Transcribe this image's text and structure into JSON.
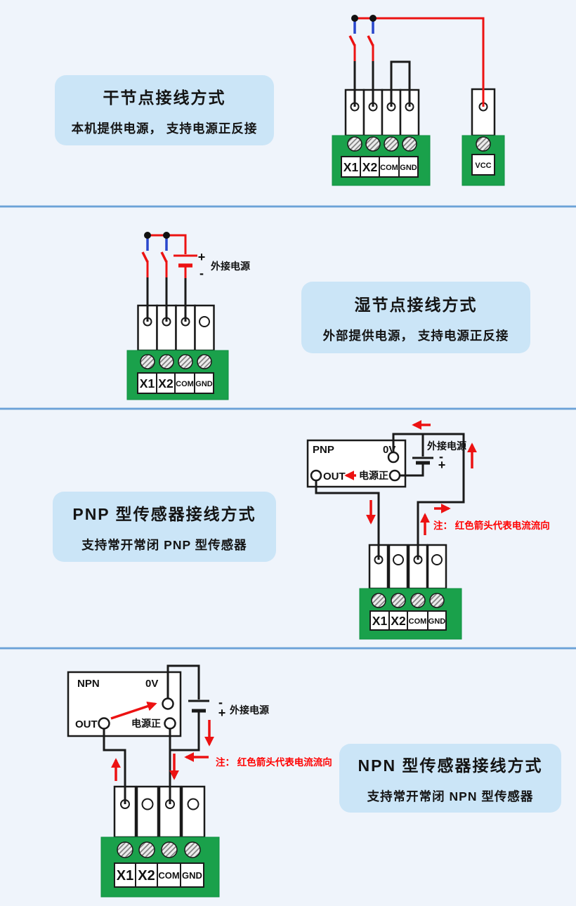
{
  "palette": {
    "background": "#eff4fb",
    "card_bg": "#cbe5f7",
    "divider": "#6ba2d8",
    "terminal_green": "#1aa14b",
    "wire_black": "#1a1a1a",
    "wire_red": "#ec1212",
    "wire_blue": "#2946cc",
    "note_red": "#ff0000"
  },
  "sections": {
    "dry": {
      "title": "干节点接线方式",
      "subtitle": "本机提供电源， 支持电源正反接",
      "terminals": [
        "X1",
        "X2",
        "COM",
        "GND"
      ],
      "vcc_label": "VCC"
    },
    "wet": {
      "title": "湿节点接线方式",
      "subtitle": "外部提供电源， 支持电源正反接",
      "power_label": "外接电源",
      "plus": "+",
      "minus": "-",
      "terminals": [
        "X1",
        "X2",
        "COM",
        "GND"
      ]
    },
    "pnp": {
      "title": "PNP 型传感器接线方式",
      "subtitle": "支持常开常闭 PNP 型传感器",
      "box_label": "PNP",
      "ov_label": "0V",
      "out_label": "OUT",
      "power_pos_label": "电源正",
      "power_label": "外接电源",
      "plus": "+",
      "minus": "-",
      "note": "注： 红色箭头代表电流流向",
      "terminals": [
        "X1",
        "X2",
        "COM",
        "GND"
      ]
    },
    "npn": {
      "title": "NPN 型传感器接线方式",
      "subtitle": "支持常开常闭 NPN 型传感器",
      "box_label": "NPN",
      "ov_label": "0V",
      "out_label": "OUT",
      "power_pos_label": "电源正",
      "power_label": "外接电源",
      "plus": "+",
      "minus": "-",
      "note": "注： 红色箭头代表电流流向",
      "terminals": [
        "X1",
        "X2",
        "COM",
        "GND"
      ]
    }
  }
}
